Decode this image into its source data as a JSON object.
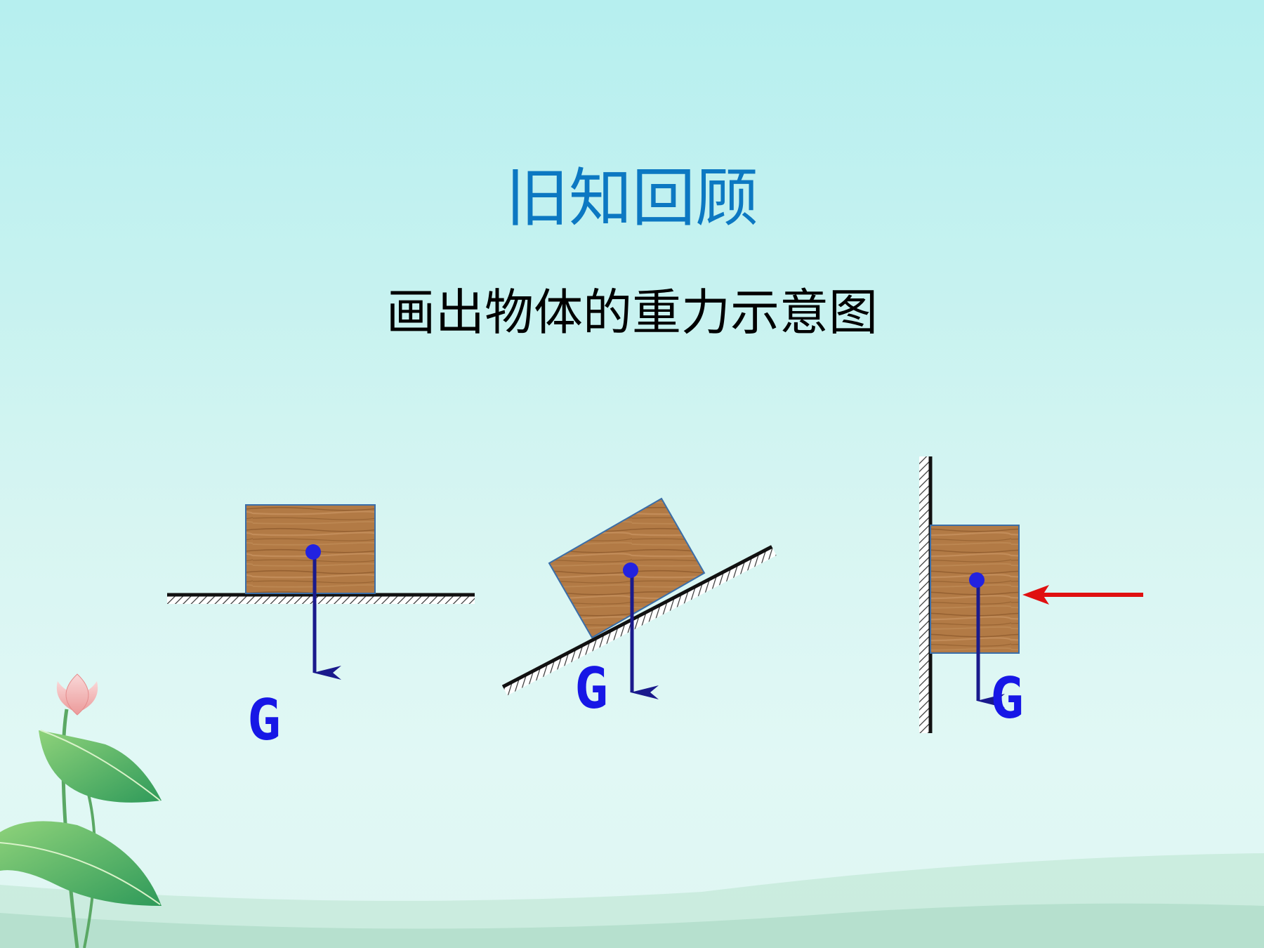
{
  "slide": {
    "title": "旧知回顾",
    "subtitle": "画出物体的重力示意图"
  },
  "figures": [
    {
      "case": "block-on-horizontal-surface",
      "force_label": "G"
    },
    {
      "case": "block-on-incline",
      "force_label": "G"
    },
    {
      "case": "block-pressed-against-wall",
      "force_label": "G"
    }
  ],
  "colors": {
    "title": "#0c78c2",
    "gravity_arrow": "#1a1a8c",
    "gravity_label": "#1717e6",
    "center_dot": "#2222e0",
    "push_arrow": "#e01010",
    "wood": "#b27a45",
    "block_outline": "#3a6ea8",
    "surface": "#111111"
  },
  "icons": [
    "lotus-flower-icon",
    "lotus-leaf-icon"
  ]
}
